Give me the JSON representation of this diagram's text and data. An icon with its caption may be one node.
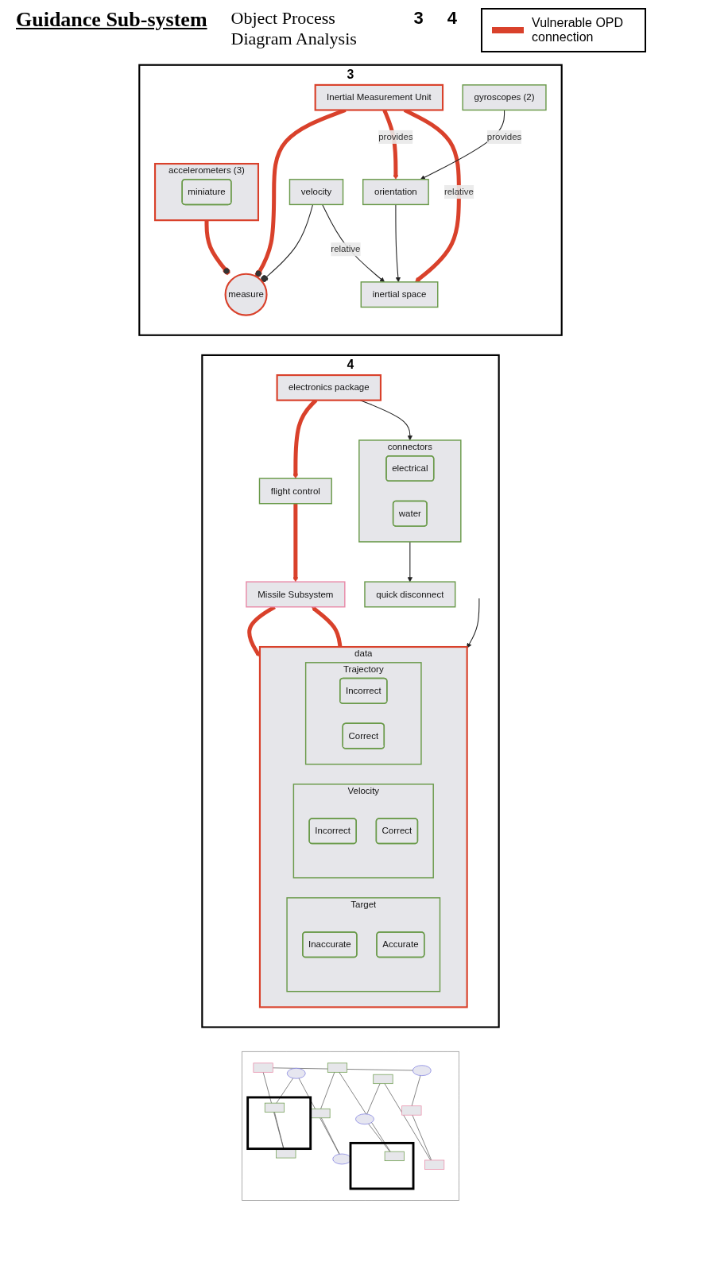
{
  "diagram": {
    "title": "Guidance Sub-system",
    "nodes": [
      {
        "text": [],
        "shape": "picture"
      },
      {
        "text": [
          "4"
        ]
      },
      {
        "text": [
          "electronics package"
        ],
        "in": 1
      },
      {
        "text": [
          "connectors"
        ],
        "in": 1
      },
      {
        "text": [
          "electrical"
        ],
        "in": 3
      },
      {
        "text": [
          "water"
        ],
        "in": 3
      },
      {
        "text": [
          "quick disconnect"
        ],
        "in": 1
      },
      {
        "text": [
          "flight control"
        ],
        "in": 1
      },
      {
        "text": [
          "Missile Subsystem"
        ],
        "in": 1
      },
      {
        "text": [
          "data"
        ],
        "in": 1
      },
      {
        "text": [
          "Target"
        ],
        "in": 9
      },
      {
        "text": [
          "Inaccurate"
        ],
        "in": 10
      },
      {
        "text": [
          "Accurate"
        ],
        "in": 10
      },
      {
        "text": [
          "Velocity"
        ],
        "in": 9
      },
      {
        "text": [
          "Incorrect"
        ],
        "in": 13
      },
      {
        "text": [
          "Correct"
        ],
        "in": 13
      },
      {
        "text": [
          "Trajectory"
        ],
        "in": 9
      },
      {
        "text": [
          "Incorrect"
        ],
        "in": 16
      },
      {
        "text": [
          "Correct"
        ],
        "in": 16
      },
      {
        "text": [
          "3"
        ]
      },
      {
        "text": [
          "Inertial Measurement Unit"
        ],
        "in": 19
      },
      {
        "text": [
          "gyroscopes (2)"
        ],
        "in": 19
      },
      {
        "text": [
          "velocity"
        ],
        "in": 19
      },
      {
        "text": [
          "orientation"
        ],
        "in": 19
      },
      {
        "text": [
          "inertial space"
        ],
        "in": 19
      },
      {
        "text": [
          "measure"
        ],
        "in": 19
      },
      {
        "text": [
          "accelerometers (3)"
        ],
        "in": 19
      },
      {
        "text": [
          "miniature"
        ],
        "in": 26
      }
    ],
    "edges": [
      {
        "from": 2,
        "to": 3,
        "arrow": "to",
        "color": "#222222"
      },
      {
        "from": 2,
        "to": 7,
        "arrow": "to",
        "color": "#d9412b"
      },
      {
        "from": 3,
        "to": 6,
        "arrow": "to",
        "color": "#222222"
      },
      {
        "from": 7,
        "to": 8,
        "arrow": "to",
        "color": "#d9412b"
      },
      {
        "from": 9,
        "to": 8,
        "arrow": "to",
        "color": "#d9412b"
      },
      {
        "from": 8,
        "to": 9,
        "arrow": "to",
        "color": "#d9412b"
      },
      {
        "from": null,
        "to": 9,
        "arrow": "to",
        "color": "#222222"
      },
      {
        "from": 20,
        "to": 25,
        "arrow": "other",
        "color": "#d9412b"
      },
      {
        "from": 20,
        "to": 23,
        "label": "provides",
        "arrow": "to",
        "color": "#d9412b"
      },
      {
        "from": 20,
        "to": 24,
        "label": "relative",
        "arrow": "to",
        "color": "#d9412b"
      },
      {
        "from": 21,
        "to": 23,
        "label": "provides",
        "arrow": "to",
        "color": "#222222"
      },
      {
        "from": 22,
        "to": 25,
        "arrow": "other",
        "color": "#222222"
      },
      {
        "from": 22,
        "to": 24,
        "label": "relative",
        "arrow": "to",
        "color": "#222222"
      },
      {
        "from": 23,
        "to": 24,
        "arrow": "to",
        "color": "#222222"
      },
      {
        "from": 26,
        "to": 25,
        "arrow": "other",
        "color": "#d9412b"
      }
    ],
    "labels": [
      "Object Process Diagram Analysis",
      "3",
      "4"
    ],
    "legend": [
      {
        "text": "Vulnerable OPD connection",
        "color": "#d9412b"
      }
    ]
  }
}
